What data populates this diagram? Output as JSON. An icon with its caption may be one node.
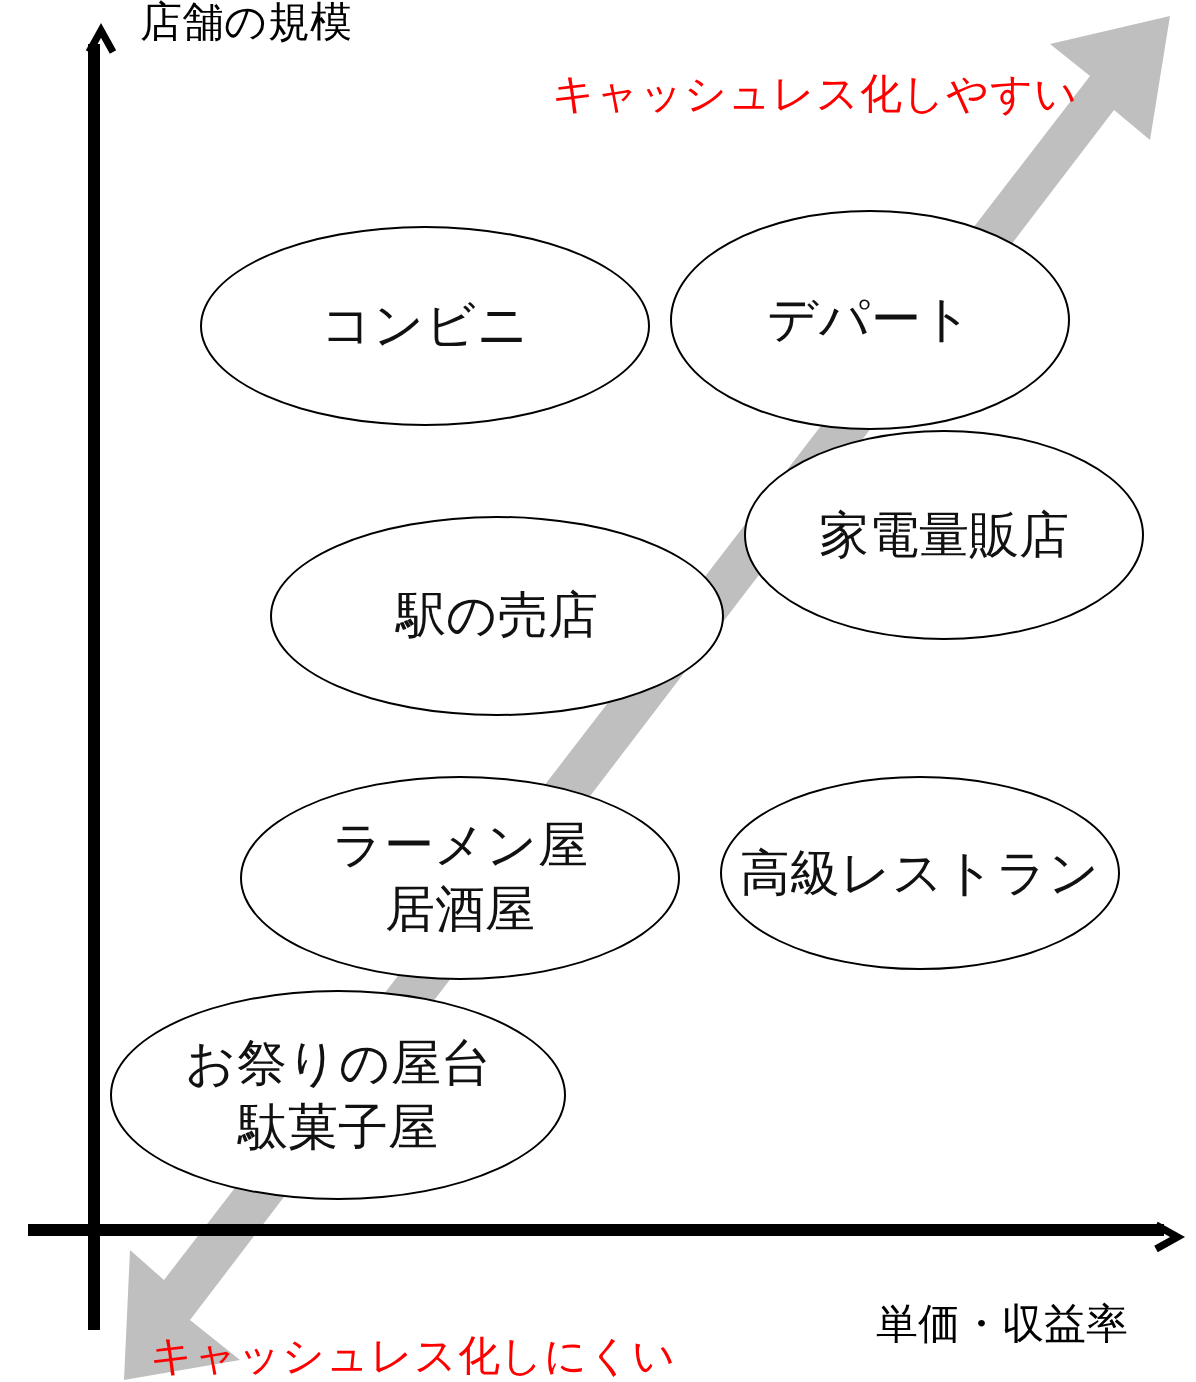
{
  "diagram": {
    "nodes": [
      {
        "text": [
          "コンビニ"
        ]
      },
      {
        "text": [
          "デパート"
        ]
      },
      {
        "text": [
          "家電量販店"
        ]
      },
      {
        "text": [
          "駅の売店"
        ]
      },
      {
        "text": [
          "ラーメン屋",
          "居酒屋"
        ]
      },
      {
        "text": [
          "高級レストラン"
        ]
      },
      {
        "text": [
          "お祭りの屋台",
          "駄菓子屋"
        ]
      }
    ],
    "labels": [
      "店舗の規模",
      "キャッシュレス化しやすい",
      "単価・収益率",
      "キャッシュレス化しにくい"
    ]
  }
}
